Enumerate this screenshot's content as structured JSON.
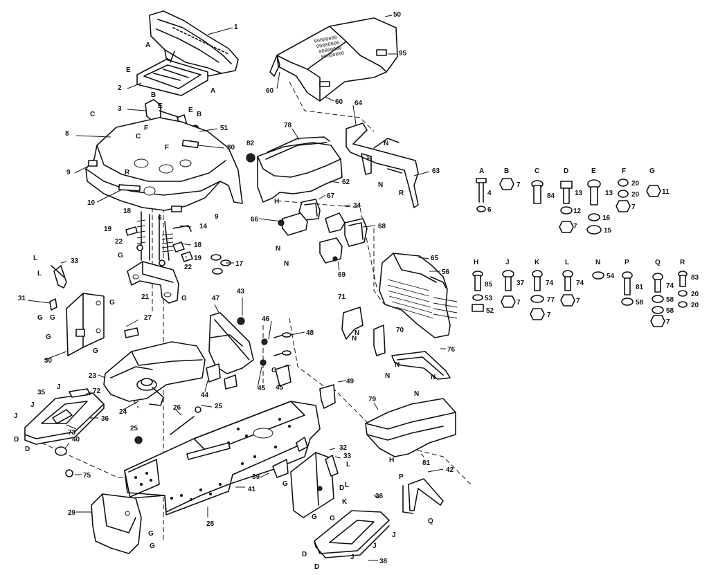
{
  "hood_decal": {
    "lines": [
      "00000000",
      "00000000",
      "00000000",
      "00000000"
    ]
  },
  "callouts": [
    {
      "id": "c1",
      "text": "1"
    },
    {
      "id": "c2",
      "text": "2"
    },
    {
      "id": "c3",
      "text": "3"
    },
    {
      "id": "c8",
      "text": "8"
    },
    {
      "id": "c9a",
      "text": "9"
    },
    {
      "id": "c9b",
      "text": "9"
    },
    {
      "id": "c10",
      "text": "10"
    },
    {
      "id": "c51",
      "text": "51"
    },
    {
      "id": "c80",
      "text": "80"
    },
    {
      "id": "c82",
      "text": "82"
    },
    {
      "id": "c50",
      "text": "50"
    },
    {
      "id": "c95",
      "text": "95"
    },
    {
      "id": "c60a",
      "text": "60"
    },
    {
      "id": "c60b",
      "text": "60"
    },
    {
      "id": "c64",
      "text": "64"
    },
    {
      "id": "c78",
      "text": "78"
    },
    {
      "id": "c62",
      "text": "62"
    },
    {
      "id": "c63",
      "text": "63"
    },
    {
      "id": "c18a",
      "text": "18"
    },
    {
      "id": "c19a",
      "text": "19"
    },
    {
      "id": "c6",
      "text": "6"
    },
    {
      "id": "c14",
      "text": "14"
    },
    {
      "id": "c18b",
      "text": "18"
    },
    {
      "id": "c22a",
      "text": "22"
    },
    {
      "id": "c19b",
      "text": "19"
    },
    {
      "id": "c22b",
      "text": "22"
    },
    {
      "id": "c17",
      "text": "17"
    },
    {
      "id": "c21",
      "text": "21"
    },
    {
      "id": "c66",
      "text": "66"
    },
    {
      "id": "c67",
      "text": "67"
    },
    {
      "id": "c34",
      "text": "34"
    },
    {
      "id": "c68",
      "text": "68"
    },
    {
      "id": "c69",
      "text": "69"
    },
    {
      "id": "c65",
      "text": "65"
    },
    {
      "id": "c56",
      "text": "56"
    },
    {
      "id": "c71",
      "text": "71"
    },
    {
      "id": "c70",
      "text": "70"
    },
    {
      "id": "c33a",
      "text": "33"
    },
    {
      "id": "c31",
      "text": "31"
    },
    {
      "id": "c30",
      "text": "30"
    },
    {
      "id": "c27",
      "text": "27"
    },
    {
      "id": "c43",
      "text": "43"
    },
    {
      "id": "c47",
      "text": "47"
    },
    {
      "id": "c46",
      "text": "46"
    },
    {
      "id": "c45a",
      "text": "45"
    },
    {
      "id": "c48",
      "text": "48"
    },
    {
      "id": "c45b",
      "text": "45"
    },
    {
      "id": "c44",
      "text": "44"
    },
    {
      "id": "c23",
      "text": "23"
    },
    {
      "id": "c24",
      "text": "24"
    },
    {
      "id": "c26",
      "text": "26"
    },
    {
      "id": "c25a",
      "text": "25"
    },
    {
      "id": "c25b",
      "text": "25"
    },
    {
      "id": "c49",
      "text": "49"
    },
    {
      "id": "c76a",
      "text": "76"
    },
    {
      "id": "c79",
      "text": "79"
    },
    {
      "id": "c81",
      "text": "81"
    },
    {
      "id": "c72",
      "text": "72"
    },
    {
      "id": "c36a",
      "text": "36"
    },
    {
      "id": "c35",
      "text": "35"
    },
    {
      "id": "c73",
      "text": "73"
    },
    {
      "id": "c40",
      "text": "40"
    },
    {
      "id": "c75",
      "text": "75"
    },
    {
      "id": "c32",
      "text": "32"
    },
    {
      "id": "c33b",
      "text": "33"
    },
    {
      "id": "c39",
      "text": "39"
    },
    {
      "id": "c41",
      "text": "41"
    },
    {
      "id": "c28",
      "text": "28"
    },
    {
      "id": "c29",
      "text": "29"
    },
    {
      "id": "c42",
      "text": "42"
    },
    {
      "id": "c36b",
      "text": "36"
    },
    {
      "id": "c38",
      "text": "38"
    }
  ],
  "letters": [
    {
      "id": "lA1",
      "text": "A"
    },
    {
      "id": "lA2",
      "text": "A"
    },
    {
      "id": "lE1",
      "text": "E"
    },
    {
      "id": "lB1",
      "text": "B"
    },
    {
      "id": "lE2",
      "text": "E"
    },
    {
      "id": "lE3",
      "text": "E"
    },
    {
      "id": "lB2",
      "text": "B"
    },
    {
      "id": "lC1",
      "text": "C"
    },
    {
      "id": "lF1",
      "text": "F"
    },
    {
      "id": "lC2",
      "text": "C"
    },
    {
      "id": "lF2",
      "text": "F"
    },
    {
      "id": "lR1",
      "text": "R"
    },
    {
      "id": "lN1",
      "text": "N"
    },
    {
      "id": "lH1",
      "text": "H"
    },
    {
      "id": "lN2",
      "text": "N"
    },
    {
      "id": "lR2",
      "text": "R"
    },
    {
      "id": "lN3",
      "text": "N"
    },
    {
      "id": "lH2",
      "text": "H"
    },
    {
      "id": "lN4",
      "text": "N"
    },
    {
      "id": "lN5",
      "text": "N"
    },
    {
      "id": "lN6",
      "text": "N"
    },
    {
      "id": "lN7",
      "text": "N"
    },
    {
      "id": "lN8",
      "text": "N"
    },
    {
      "id": "lN9",
      "text": "N"
    },
    {
      "id": "lN10",
      "text": "N"
    },
    {
      "id": "lG1",
      "text": "G"
    },
    {
      "id": "lG2",
      "text": "G"
    },
    {
      "id": "lG3",
      "text": "G"
    },
    {
      "id": "lG4",
      "text": "G"
    },
    {
      "id": "lG5",
      "text": "G"
    },
    {
      "id": "lG6",
      "text": "G"
    },
    {
      "id": "lL1",
      "text": "L"
    },
    {
      "id": "lL2",
      "text": "L"
    },
    {
      "id": "lG7",
      "text": "G"
    },
    {
      "id": "lG8",
      "text": "G"
    },
    {
      "id": "lJ1",
      "text": "J"
    },
    {
      "id": "lJ2",
      "text": "J"
    },
    {
      "id": "lJ3",
      "text": "J"
    },
    {
      "id": "lD1",
      "text": "D"
    },
    {
      "id": "lD2",
      "text": "D"
    },
    {
      "id": "lH3",
      "text": "H"
    },
    {
      "id": "lL3",
      "text": "L"
    },
    {
      "id": "lL4",
      "text": "L"
    },
    {
      "id": "lG9",
      "text": "G"
    },
    {
      "id": "lD3",
      "text": "D"
    },
    {
      "id": "lK1",
      "text": "K"
    },
    {
      "id": "lG10",
      "text": "G"
    },
    {
      "id": "lG11",
      "text": "G"
    },
    {
      "id": "lG12",
      "text": "G"
    },
    {
      "id": "lG13",
      "text": "G"
    },
    {
      "id": "lP1",
      "text": "P"
    },
    {
      "id": "lQ1",
      "text": "Q"
    },
    {
      "id": "lJ4",
      "text": "J"
    },
    {
      "id": "lJ5",
      "text": "J"
    },
    {
      "id": "lJ6",
      "text": "J"
    },
    {
      "id": "lD4",
      "text": "D"
    },
    {
      "id": "lD5",
      "text": "D"
    }
  ],
  "hardware_legend": [
    {
      "id": "A",
      "letter": "A",
      "parts": [
        "4",
        "6"
      ]
    },
    {
      "id": "B",
      "letter": "B",
      "parts": [
        "7"
      ]
    },
    {
      "id": "C",
      "letter": "C",
      "parts": [
        "84"
      ]
    },
    {
      "id": "D",
      "letter": "D",
      "parts": [
        "13",
        "12",
        "7"
      ]
    },
    {
      "id": "E",
      "letter": "E",
      "parts": [
        "13",
        "16",
        "15"
      ]
    },
    {
      "id": "F",
      "letter": "F",
      "parts": [
        "20",
        "20",
        "7"
      ]
    },
    {
      "id": "G",
      "letter": "G",
      "parts": [
        "11"
      ]
    },
    {
      "id": "H",
      "letter": "H",
      "parts": [
        "85",
        "53",
        "52"
      ]
    },
    {
      "id": "J",
      "letter": "J",
      "parts": [
        "37",
        "7"
      ]
    },
    {
      "id": "K",
      "letter": "K",
      "parts": [
        "74",
        "77",
        "7"
      ]
    },
    {
      "id": "L",
      "letter": "L",
      "parts": [
        "74",
        "7"
      ]
    },
    {
      "id": "N",
      "letter": "N",
      "parts": [
        "54"
      ]
    },
    {
      "id": "P",
      "letter": "P",
      "parts": [
        "81",
        "58"
      ]
    },
    {
      "id": "Q",
      "letter": "Q",
      "parts": [
        "74",
        "58",
        "58",
        "7"
      ]
    },
    {
      "id": "R",
      "letter": "R",
      "parts": [
        "83",
        "20",
        "20"
      ]
    }
  ]
}
